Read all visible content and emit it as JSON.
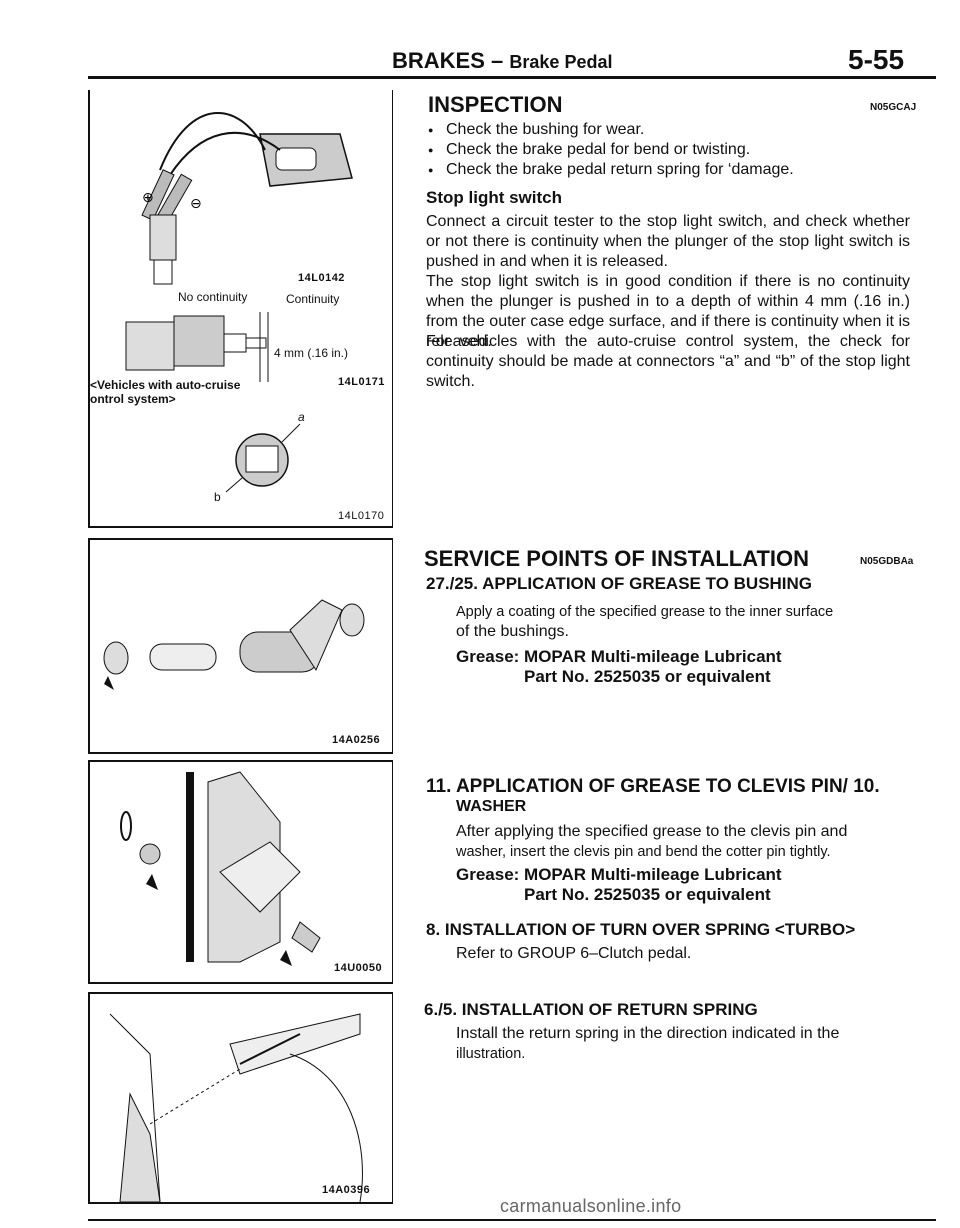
{
  "header": {
    "title": "BRAKES",
    "dash": "–",
    "subtitle": "Brake Pedal",
    "page": "5-55"
  },
  "figures": {
    "fig1": {
      "code1": "14L0142",
      "label_no_continuity": "No continuity",
      "label_continuity": "Continuity",
      "label_mm": "4 mm (.16 in.)",
      "code2": "14L0171",
      "note_line1": "<Vehicles with auto-cruise",
      "note_line2": "ontrol system>",
      "label_a": "a",
      "label_b": "b",
      "code3": "14L0170"
    },
    "fig2": {
      "code": "14A0256"
    },
    "fig3": {
      "code": "14U0050"
    },
    "fig4": {
      "code": "14A0396"
    }
  },
  "inspection": {
    "heading": "INSPECTION",
    "code": "N05GCAJ",
    "bullets": [
      "Check the bushing for wear.",
      "Check the brake pedal for bend or twisting.",
      "Check the brake pedal return spring for ‘damage."
    ],
    "stop_heading": "Stop light switch",
    "para1": "Connect a circuit tester to the stop light switch, and check whether or not there is continuity when the plunger of the stop light switch is pushed in and when it is released.",
    "para2": "The stop light switch is in good condition if there is no continuity when the plunger is pushed in to a depth of within 4 mm (.16 in.) from the outer case edge surface, and if there is continuity when it is released.",
    "para3": "For vehicles with the auto-cruise control system, the check for continuity should be made at connectors “a” and “b” of the stop light switch."
  },
  "service": {
    "heading": "SERVICE POINTS OF INSTALLATION",
    "code": "N05GDBAa",
    "s1_title": "27./25. APPLICATION OF GREASE TO BUSHING",
    "s1_text1": "Apply a coating of the specified grease to the inner surface",
    "s1_text2": "of the bushings.",
    "s1_grease1": "Grease: MOPAR Multi-mileage Lubricant",
    "s1_grease2": "Part No. 2525035 or equivalent",
    "s2_title": "11. APPLICATION OF GREASE TO CLEVIS PIN/ 10.",
    "s2_title2": "WASHER",
    "s2_text1": "After applying the specified grease to the clevis pin and",
    "s2_text2": "washer, insert the clevis pin and bend the cotter pin tightly.",
    "s2_grease1": "Grease: MOPAR Multi-mileage Lubricant",
    "s2_grease2": "Part No. 2525035 or equivalent",
    "s3_title": "8. INSTALLATION OF TURN OVER SPRING <TURBO>",
    "s3_text": "Refer to GROUP 6–Clutch pedal.",
    "s4_title": "6./5. INSTALLATION OF RETURN SPRING",
    "s4_text1": "Install the return spring in the direction indicated in the",
    "s4_text2": "illustration."
  },
  "watermark": "carmanualsonline.info"
}
